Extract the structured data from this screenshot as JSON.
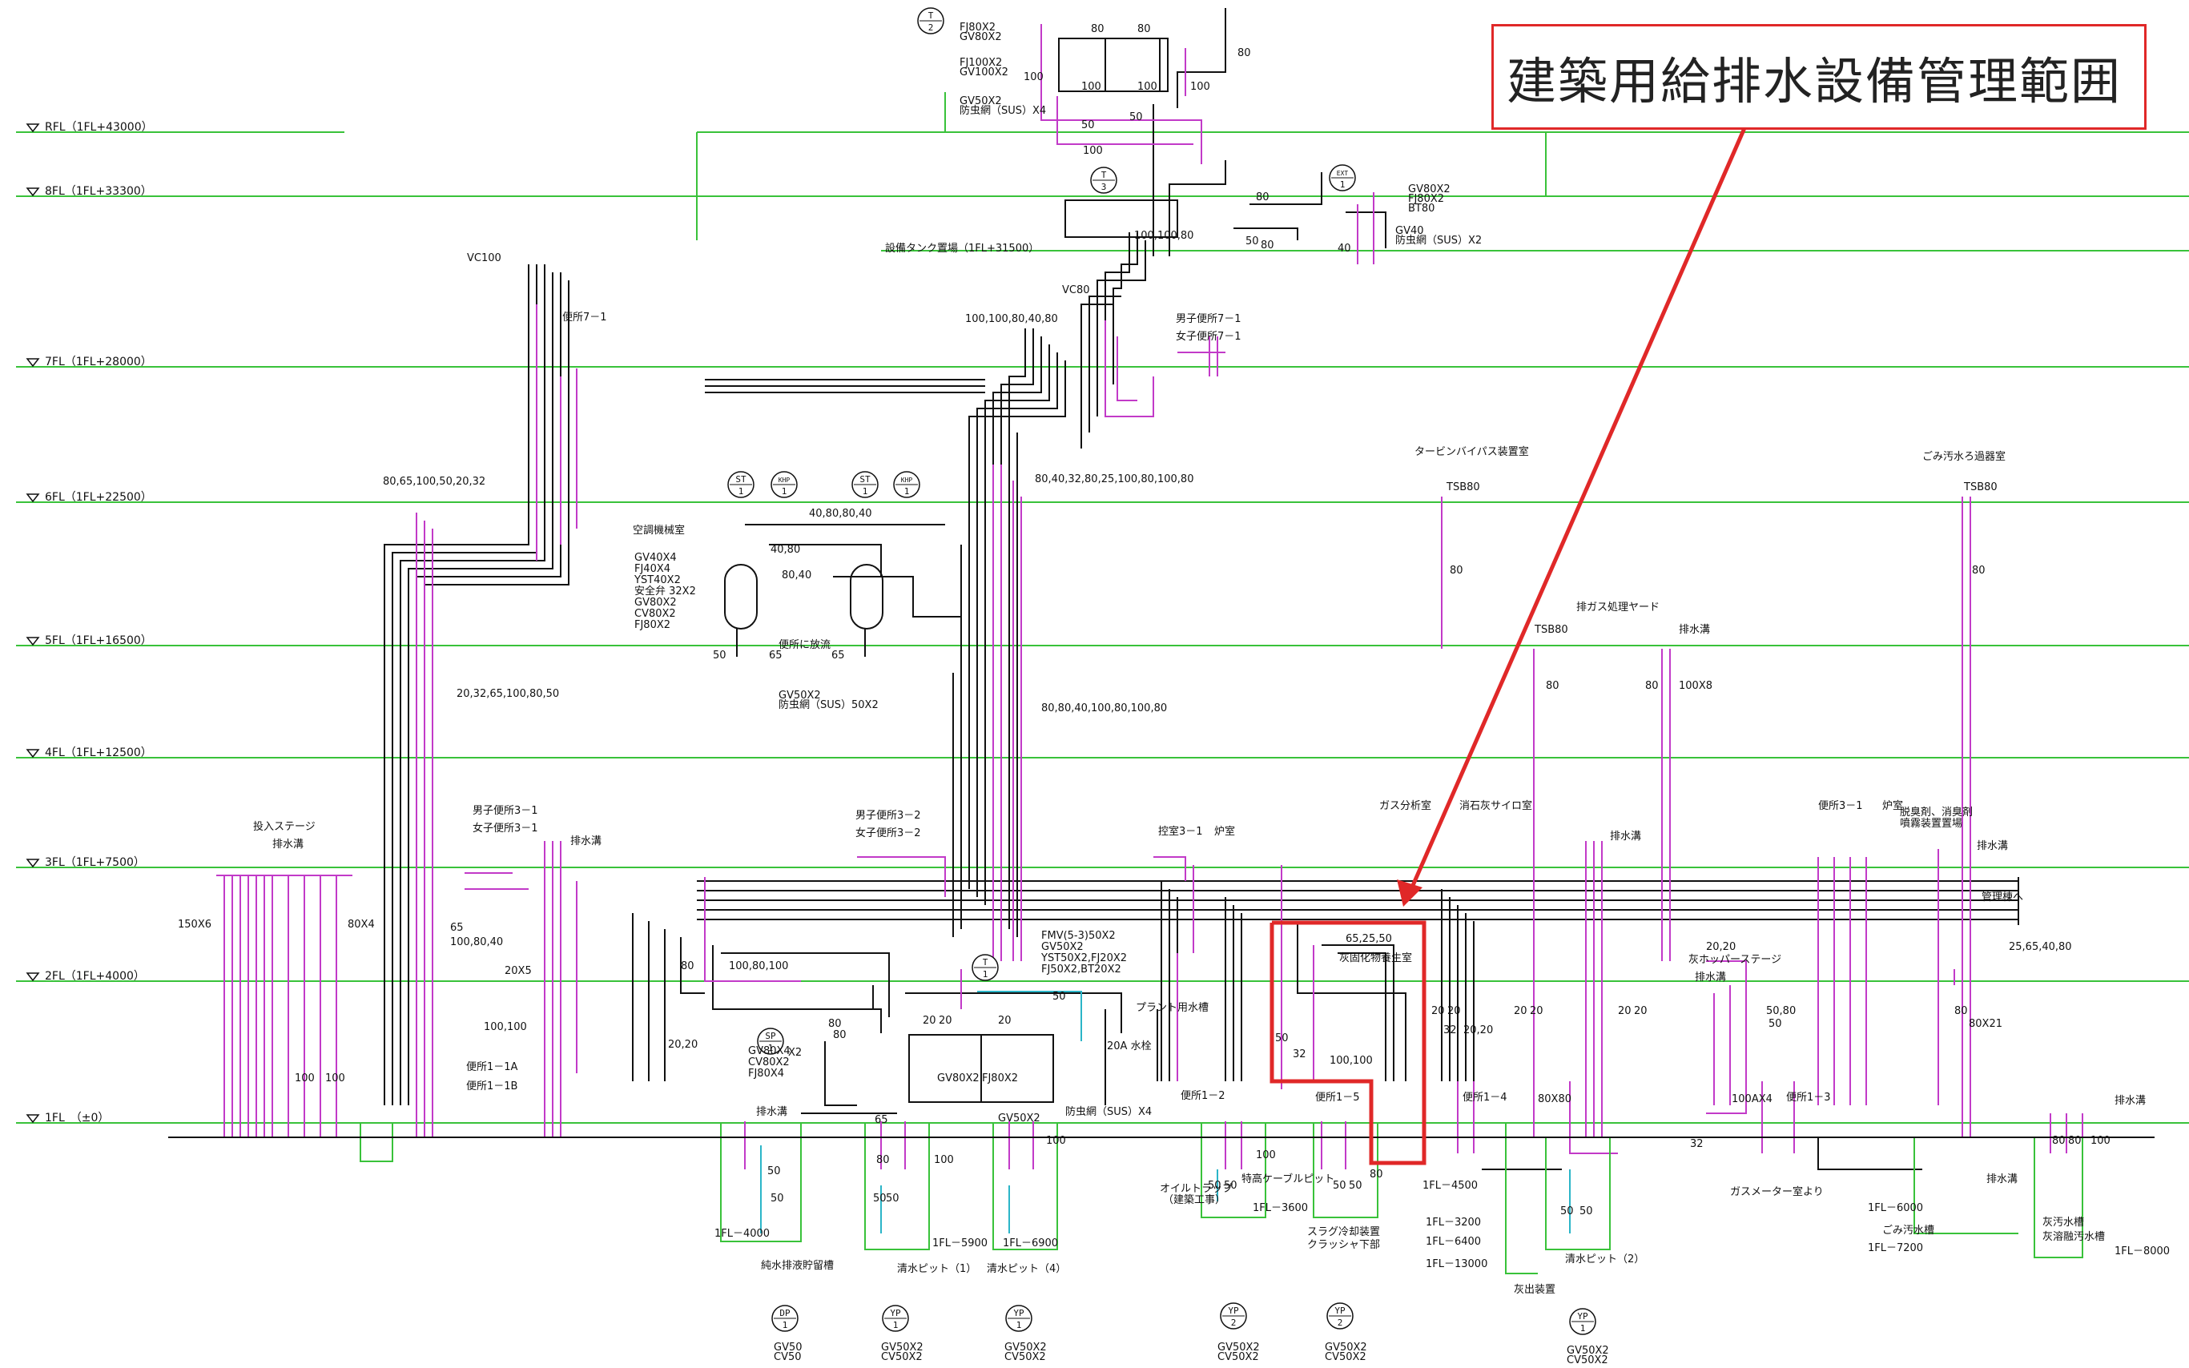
{
  "callout": {
    "title": "建築用給排水設備管理範囲",
    "box_color": "#e02828"
  },
  "colors": {
    "floor_line": "#39c23a",
    "drain_pipe": "#c23ac8",
    "water_pipe": "#111111",
    "cyan_pipe": "#2bb5c8",
    "highlight": "#e02828"
  },
  "floors": [
    {
      "label": "RFL（1FL+43000）"
    },
    {
      "label": "8FL（1FL+33300）"
    },
    {
      "label": "7FL（1FL+28000）"
    },
    {
      "label": "6FL（1FL+22500）"
    },
    {
      "label": "5FL（1FL+16500）"
    },
    {
      "label": "4FL（1FL+12500）"
    },
    {
      "label": "3FL（1FL+7500）"
    },
    {
      "label": "2FL（1FL+4000）"
    },
    {
      "label": "1FL　（±0）"
    }
  ],
  "symbols": [
    {
      "top": "T",
      "bottom": "2"
    },
    {
      "top": "T",
      "bottom": "3"
    },
    {
      "top": "EXT",
      "bottom": "1"
    },
    {
      "top": "ST",
      "bottom": "1"
    },
    {
      "top": "KHP",
      "bottom": "1"
    },
    {
      "top": "ST",
      "bottom": "1"
    },
    {
      "top": "KHP",
      "bottom": "1"
    },
    {
      "top": "T",
      "bottom": "1"
    },
    {
      "top": "SP",
      "bottom": "1"
    },
    {
      "top": "DP",
      "bottom": "1"
    },
    {
      "top": "YP",
      "bottom": "1"
    },
    {
      "top": "YP",
      "bottom": "1"
    },
    {
      "top": "YP",
      "bottom": "2"
    },
    {
      "top": "YP",
      "bottom": "2"
    },
    {
      "top": "YP",
      "bottom": "1"
    }
  ],
  "labels": [
    {
      "text": "FJ80X2"
    },
    {
      "text": "GV80X2"
    },
    {
      "text": "FJ100X2"
    },
    {
      "text": "GV100X2"
    },
    {
      "text": "GV50X2"
    },
    {
      "text": "防虫網（SUS）X4"
    },
    {
      "text": "80"
    },
    {
      "text": "80"
    },
    {
      "text": "100"
    },
    {
      "text": "100"
    },
    {
      "text": "100"
    },
    {
      "text": "100"
    },
    {
      "text": "50"
    },
    {
      "text": "50"
    },
    {
      "text": "100"
    },
    {
      "text": "50"
    },
    {
      "text": "80"
    },
    {
      "text": "GV80X2"
    },
    {
      "text": "FJ80X2"
    },
    {
      "text": "BT80"
    },
    {
      "text": "GV40"
    },
    {
      "text": "防虫網（SUS）X2"
    },
    {
      "text": "80"
    },
    {
      "text": "80"
    },
    {
      "text": "40"
    },
    {
      "text": "100,100,80"
    },
    {
      "text": "設備タンク置場（1FL+31500）"
    },
    {
      "text": "VC100"
    },
    {
      "text": "VC80"
    },
    {
      "text": "便所7－1"
    },
    {
      "text": "100,100,80,40,80"
    },
    {
      "text": "男子便所7－1"
    },
    {
      "text": "女子便所7－1"
    },
    {
      "text": "80,65,100,50,20,32"
    },
    {
      "text": "80,40,32,80,25,100,80,100,80"
    },
    {
      "text": "40,80,80,40"
    },
    {
      "text": "40,80"
    },
    {
      "text": "80,40"
    },
    {
      "text": "空調機械室"
    },
    {
      "text": "GV40X4"
    },
    {
      "text": "FJ40X4"
    },
    {
      "text": "YST40X2"
    },
    {
      "text": "安全弁 32X2"
    },
    {
      "text": "GV80X2"
    },
    {
      "text": "CV80X2"
    },
    {
      "text": "FJ80X2"
    },
    {
      "text": "50"
    },
    {
      "text": "65"
    },
    {
      "text": "65"
    },
    {
      "text": "便所に放流"
    },
    {
      "text": "GV50X2"
    },
    {
      "text": "防虫網（SUS）50X2"
    },
    {
      "text": "20,32,65,100,80,50"
    },
    {
      "text": "80,80,40,100,80,100,80"
    },
    {
      "text": "タービンバイパス装置室"
    },
    {
      "text": "TSB80"
    },
    {
      "text": "80"
    },
    {
      "text": "ごみ汚水ろ過器室"
    },
    {
      "text": "TSB80"
    },
    {
      "text": "80"
    },
    {
      "text": "排ガス処理ヤード"
    },
    {
      "text": "TSB80"
    },
    {
      "text": "80"
    },
    {
      "text": "排水溝"
    },
    {
      "text": "80"
    },
    {
      "text": "100X8"
    },
    {
      "text": "投入ステージ"
    },
    {
      "text": "排水溝"
    },
    {
      "text": "150X6"
    },
    {
      "text": "80X4"
    },
    {
      "text": "男子便所3－1"
    },
    {
      "text": "女子便所3－1"
    },
    {
      "text": "排水溝"
    },
    {
      "text": "65"
    },
    {
      "text": "100,80,40"
    },
    {
      "text": "20X5"
    },
    {
      "text": "100,100"
    },
    {
      "text": "便所1－1A"
    },
    {
      "text": "便所1－1B"
    },
    {
      "text": "100"
    },
    {
      "text": "100"
    },
    {
      "text": "男子便所3－2"
    },
    {
      "text": "女子便所3－2"
    },
    {
      "text": "80"
    },
    {
      "text": "100,80,100"
    },
    {
      "text": "20,20"
    },
    {
      "text": "控室3－1"
    },
    {
      "text": "炉室"
    },
    {
      "text": "FMV(5-3)50X2"
    },
    {
      "text": "GV50X2"
    },
    {
      "text": "YST50X2,FJ20X2"
    },
    {
      "text": "FJ50X2,BT20X2"
    },
    {
      "text": "50"
    },
    {
      "text": "20A 水栓"
    },
    {
      "text": "プラント用水槽"
    },
    {
      "text": "GV80X4"
    },
    {
      "text": "CV80X2"
    },
    {
      "text": "FJ80X4"
    },
    {
      "text": "X2"
    },
    {
      "text": "80"
    },
    {
      "text": "80"
    },
    {
      "text": "20"
    },
    {
      "text": "20"
    },
    {
      "text": "20"
    },
    {
      "text": "GV80X2"
    },
    {
      "text": "FJ80X2"
    },
    {
      "text": "GV50X2"
    },
    {
      "text": "防虫網（SUS）X4"
    },
    {
      "text": "100"
    },
    {
      "text": "65"
    },
    {
      "text": "80"
    },
    {
      "text": "100"
    },
    {
      "text": "排水溝"
    },
    {
      "text": "50"
    },
    {
      "text": "50"
    },
    {
      "text": "1FL－4000"
    },
    {
      "text": "純水排液貯留槽"
    },
    {
      "text": "50"
    },
    {
      "text": "50"
    },
    {
      "text": "1FL－5900"
    },
    {
      "text": "清水ピット（1）"
    },
    {
      "text": "1FL－6900"
    },
    {
      "text": "清水ピット（4）"
    },
    {
      "text": "オイルトラップ"
    },
    {
      "text": "（建築工事）"
    },
    {
      "text": "ガス分析室"
    },
    {
      "text": "消石灰サイロ室"
    },
    {
      "text": "65,25,50"
    },
    {
      "text": "灰固化物養生室"
    },
    {
      "text": "便所3－1"
    },
    {
      "text": "炉室"
    },
    {
      "text": "脱臭剤、消臭剤"
    },
    {
      "text": "噴霧装置置場"
    },
    {
      "text": "排水溝"
    },
    {
      "text": "排水溝"
    },
    {
      "text": "管理棟へ"
    },
    {
      "text": "25,65,40,80"
    },
    {
      "text": "20,20"
    },
    {
      "text": "灰ホッパーステージ"
    },
    {
      "text": "排水溝"
    },
    {
      "text": "50"
    },
    {
      "text": "32"
    },
    {
      "text": "100,100"
    },
    {
      "text": "20"
    },
    {
      "text": "20"
    },
    {
      "text": "32"
    },
    {
      "text": "20,20"
    },
    {
      "text": "20"
    },
    {
      "text": "20"
    },
    {
      "text": "20"
    },
    {
      "text": "20"
    },
    {
      "text": "50,80"
    },
    {
      "text": "50"
    },
    {
      "text": "80"
    },
    {
      "text": "80X21"
    },
    {
      "text": "便所1－2"
    },
    {
      "text": "100"
    },
    {
      "text": "50"
    },
    {
      "text": "50"
    },
    {
      "text": "1FL－3600"
    },
    {
      "text": "特高ケーブルピット"
    },
    {
      "text": "便所1－5"
    },
    {
      "text": "80"
    },
    {
      "text": "50"
    },
    {
      "text": "50"
    },
    {
      "text": "スラグ冷却装置"
    },
    {
      "text": "クラッシャ下部"
    },
    {
      "text": "便所1－4"
    },
    {
      "text": "80X80"
    },
    {
      "text": "1FL－4500"
    },
    {
      "text": "1FL－3200"
    },
    {
      "text": "1FL－6400"
    },
    {
      "text": "1FL－13000"
    },
    {
      "text": "灰出装置"
    },
    {
      "text": "50"
    },
    {
      "text": "50"
    },
    {
      "text": "清水ピット（2）"
    },
    {
      "text": "100AX4"
    },
    {
      "text": "便所1－3"
    },
    {
      "text": "32"
    },
    {
      "text": "ガスメーター室より"
    },
    {
      "text": "80"
    },
    {
      "text": "80"
    },
    {
      "text": "100"
    },
    {
      "text": "排水溝"
    },
    {
      "text": "排水溝"
    },
    {
      "text": "1FL－6000"
    },
    {
      "text": "ごみ汚水槽"
    },
    {
      "text": "1FL－7200"
    },
    {
      "text": "灰汚水槽"
    },
    {
      "text": "1FL－8000"
    },
    {
      "text": "灰溶融汚水槽"
    },
    {
      "text": "GV50"
    },
    {
      "text": "CV50"
    },
    {
      "text": "GV50X2"
    },
    {
      "text": "CV50X2"
    },
    {
      "text": "GV50X2"
    },
    {
      "text": "CV50X2"
    },
    {
      "text": "GV50X2"
    },
    {
      "text": "CV50X2"
    },
    {
      "text": "GV50X2"
    },
    {
      "text": "CV50X2"
    },
    {
      "text": "GV50X2"
    },
    {
      "text": "CV50X2"
    }
  ]
}
